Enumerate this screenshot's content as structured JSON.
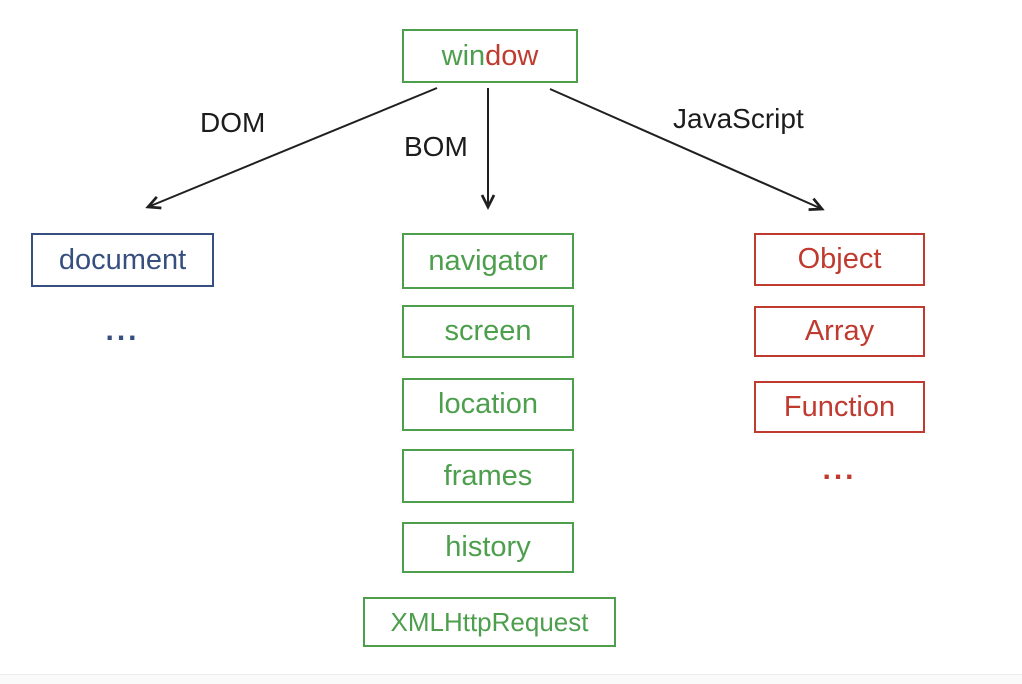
{
  "root_node": {
    "label_green": "win",
    "label_red": "dow"
  },
  "branch_labels": {
    "dom": "DOM",
    "bom": "BOM",
    "js": "JavaScript"
  },
  "columns": {
    "dom": {
      "nodes": [
        "document"
      ],
      "more": "..."
    },
    "bom": {
      "nodes": [
        "navigator",
        "screen",
        "location",
        "frames",
        "history",
        "XMLHttpRequest"
      ]
    },
    "js": {
      "nodes": [
        "Object",
        "Array",
        "Function"
      ],
      "more": "..."
    }
  },
  "colors": {
    "green": "#4d9e4d",
    "red": "#bf3b2f",
    "navy": "#374f7f",
    "arrow": "#1f1f1f"
  }
}
